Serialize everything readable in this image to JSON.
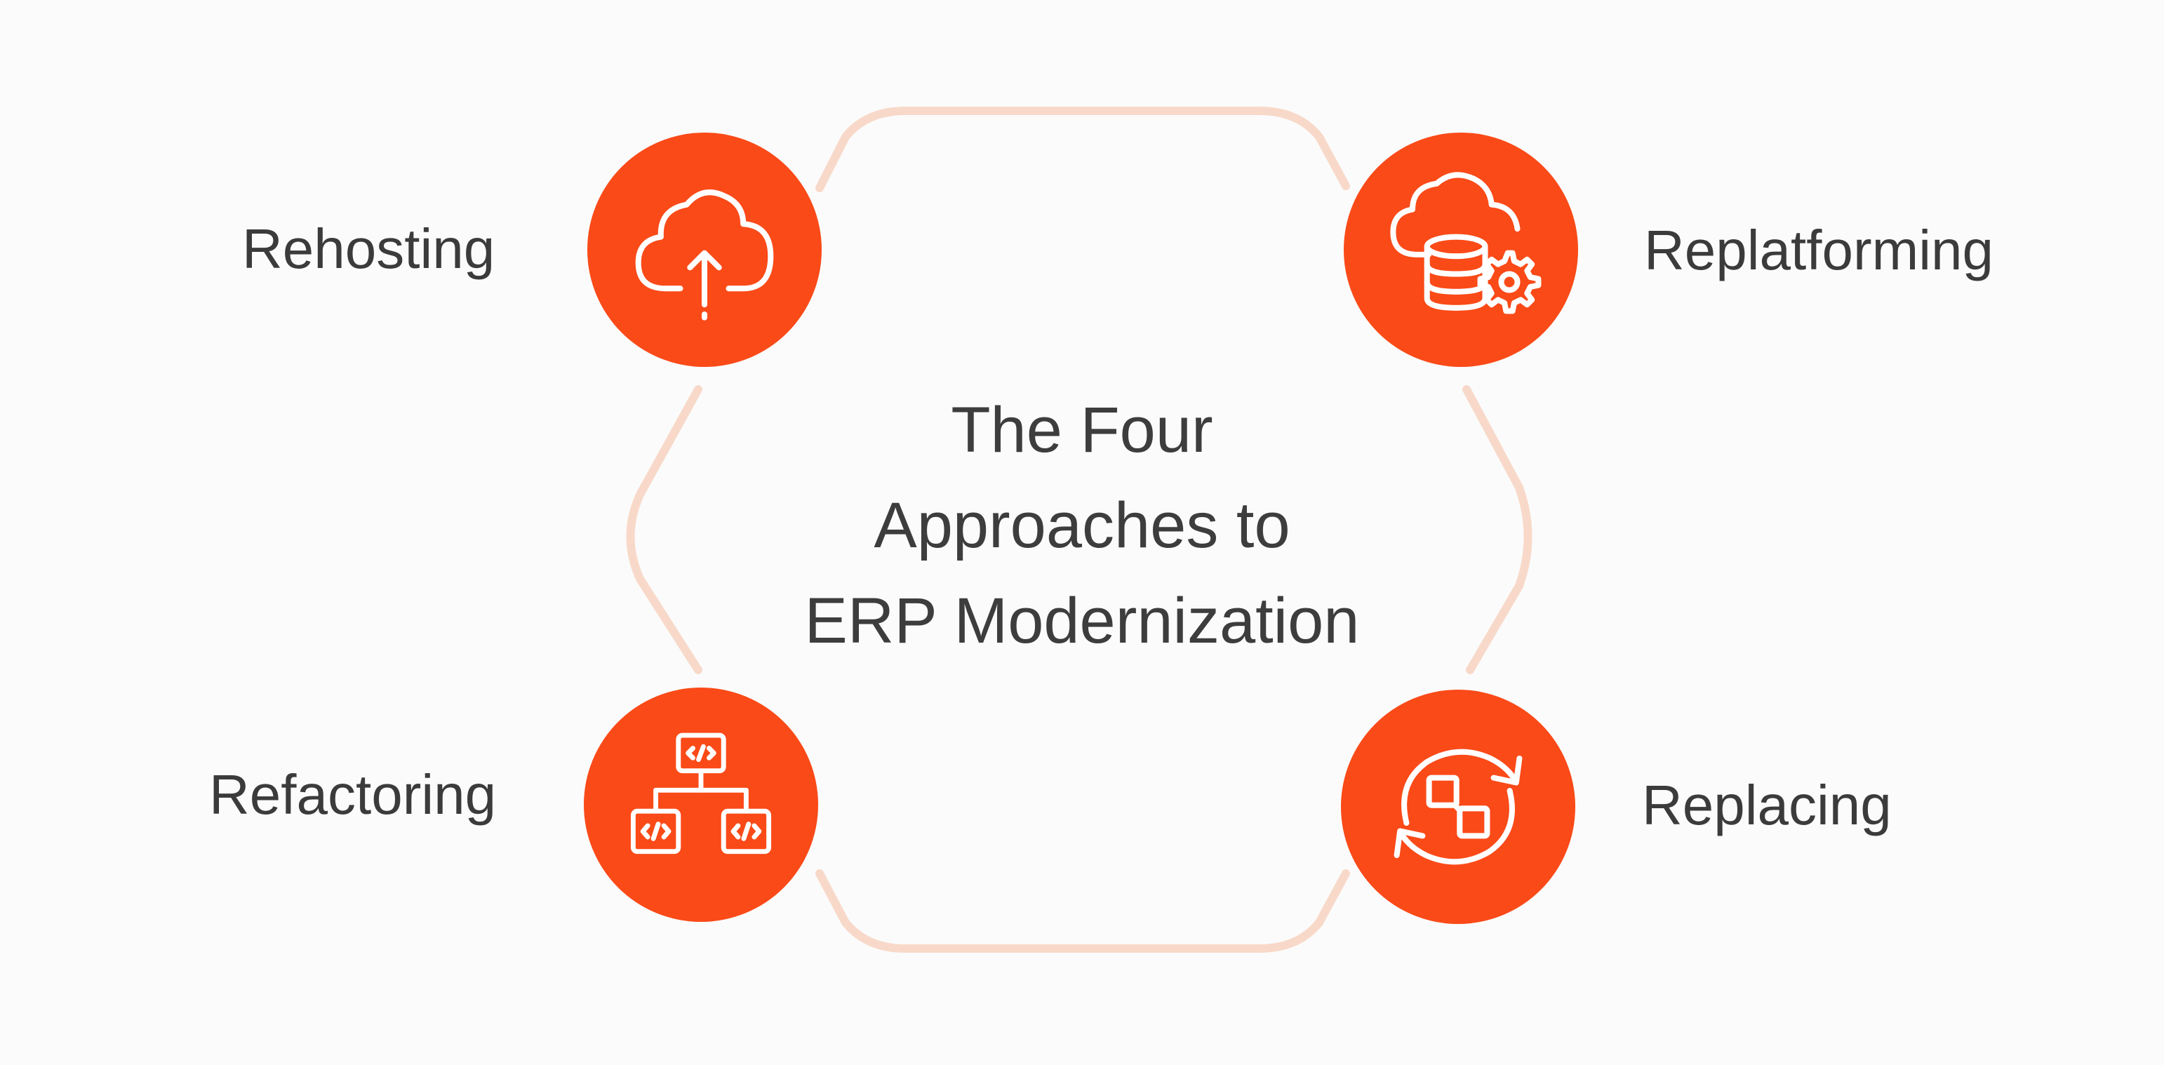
{
  "title": {
    "line1": "The Four",
    "line2": "Approaches to",
    "line3": "ERP Modernization"
  },
  "approaches": [
    {
      "label": "Rehosting",
      "icon": "cloud-upload-icon"
    },
    {
      "label": "Replatforming",
      "icon": "cloud-database-gear-icon"
    },
    {
      "label": "Refactoring",
      "icon": "code-hierarchy-icon"
    },
    {
      "label": "Replacing",
      "icon": "swap-cycle-icon"
    }
  ],
  "colors": {
    "accent": "#fa4a18",
    "ring": "#f8d9c9",
    "text": "#3b3b3b",
    "background": "#fbfbfb"
  }
}
